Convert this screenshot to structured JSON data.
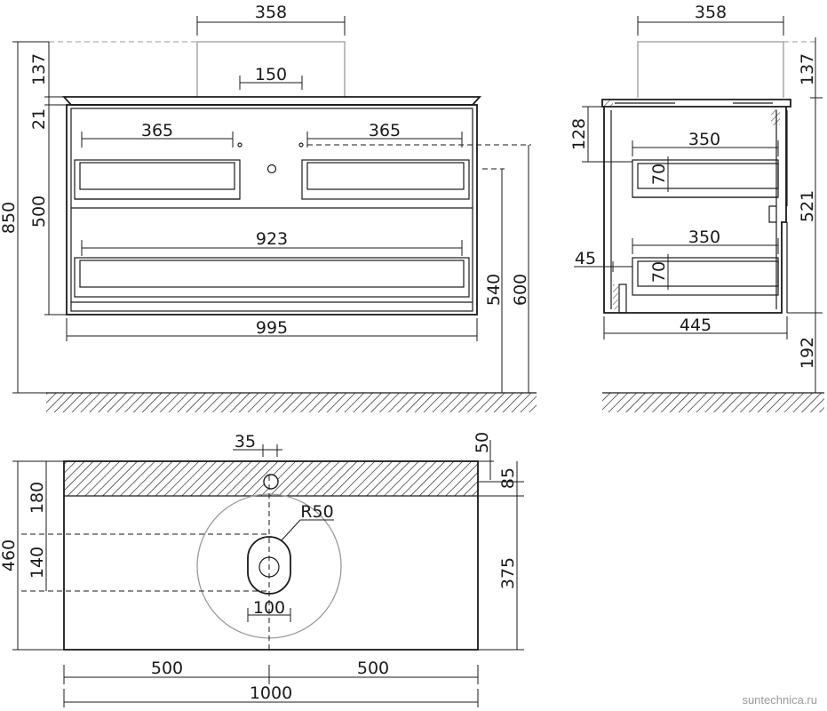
{
  "front_view": {
    "dims": {
      "basin_width": "358",
      "basin_height": "137",
      "faucet_spacing": "150",
      "top_thickness": "21",
      "drawer_left": "365",
      "drawer_right": "365",
      "drawer_bottom": "923",
      "front_height": "500",
      "total_height": "850",
      "cabinet_width": "995",
      "mount_540": "540",
      "mount_600": "600"
    }
  },
  "side_view": {
    "dims": {
      "basin_width": "358",
      "basin_height": "137",
      "top_offset": "128",
      "drawer_upper_width": "350",
      "drawer_upper_height": "70",
      "drawer_lower_width": "350",
      "drawer_lower_height": "70",
      "side_offset": "45",
      "depth": "445",
      "cabinet_height": "521",
      "floor_gap": "192"
    }
  },
  "top_view": {
    "dims": {
      "tap_offset": "35",
      "edge_50": "50",
      "edge_85": "85",
      "back_strip": "180",
      "depth": "460",
      "drain_radius": "R50",
      "drain_offset": "140",
      "drain_width": "100",
      "front_depth": "375",
      "half_left": "500",
      "half_right": "500",
      "total_width": "1000"
    }
  },
  "watermark": "suntechnica.ru"
}
